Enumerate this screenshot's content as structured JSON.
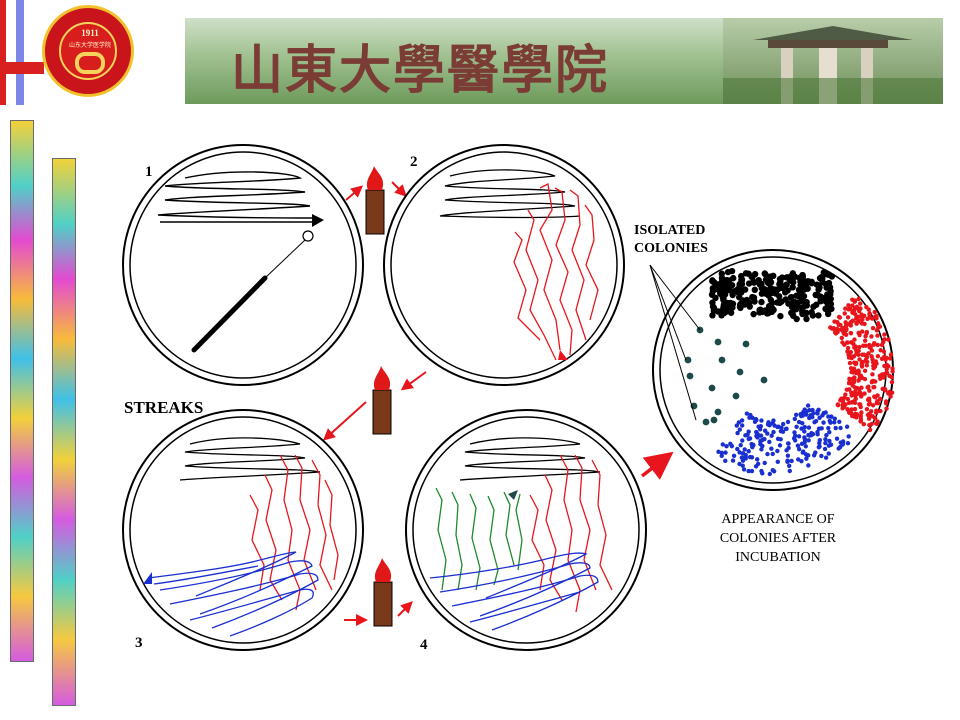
{
  "header": {
    "banner_title": "山東大學醫學院",
    "emblem_year": "1911",
    "emblem_name": "山东大学医学院"
  },
  "diagram": {
    "plate_numbers": [
      "1",
      "2",
      "3",
      "4"
    ],
    "streaks_label": "STREAKS",
    "isolated_label_1": "ISOLATED",
    "isolated_label_2": "COLONIES",
    "appearance_line_1": "APPEARANCE OF",
    "appearance_line_2": "COLONIES AFTER",
    "appearance_line_3": "INCUBATION"
  },
  "colors": {
    "streak_1": "#000000",
    "streak_2": "#e8161c",
    "streak_3": "#1a2fd0",
    "streak_4": "#1f8a2a",
    "isolated_colony": "#1e4a4a",
    "flame": "#e01818",
    "burner": "#7a3a1a",
    "emblem_red": "#c8141a",
    "emblem_gold": "#f2c22d"
  }
}
